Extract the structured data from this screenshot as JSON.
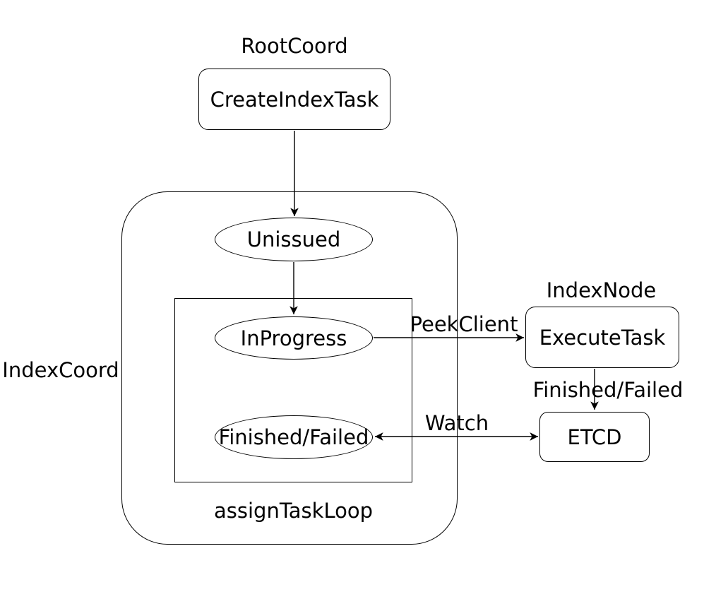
{
  "diagram": {
    "background_color": "#ffffff",
    "stroke_color": "#000000",
    "text_color": "#000000",
    "lanes": {
      "root_coord_label": "RootCoord",
      "index_coord_label": "IndexCoord",
      "index_node_label": "IndexNode"
    },
    "containers": {
      "assign_task_loop_label": "assignTaskLoop"
    },
    "nodes": {
      "create_index_task": "CreateIndexTask",
      "unissued": "Unissued",
      "in_progress": "InProgress",
      "finished_failed": "Finished/Failed",
      "execute_task": "ExecuteTask",
      "etcd": "ETCD"
    },
    "edges": {
      "peek_client_label": "PeekClient",
      "finished_failed_label": "Finished/Failed",
      "watch_label": "Watch"
    }
  }
}
